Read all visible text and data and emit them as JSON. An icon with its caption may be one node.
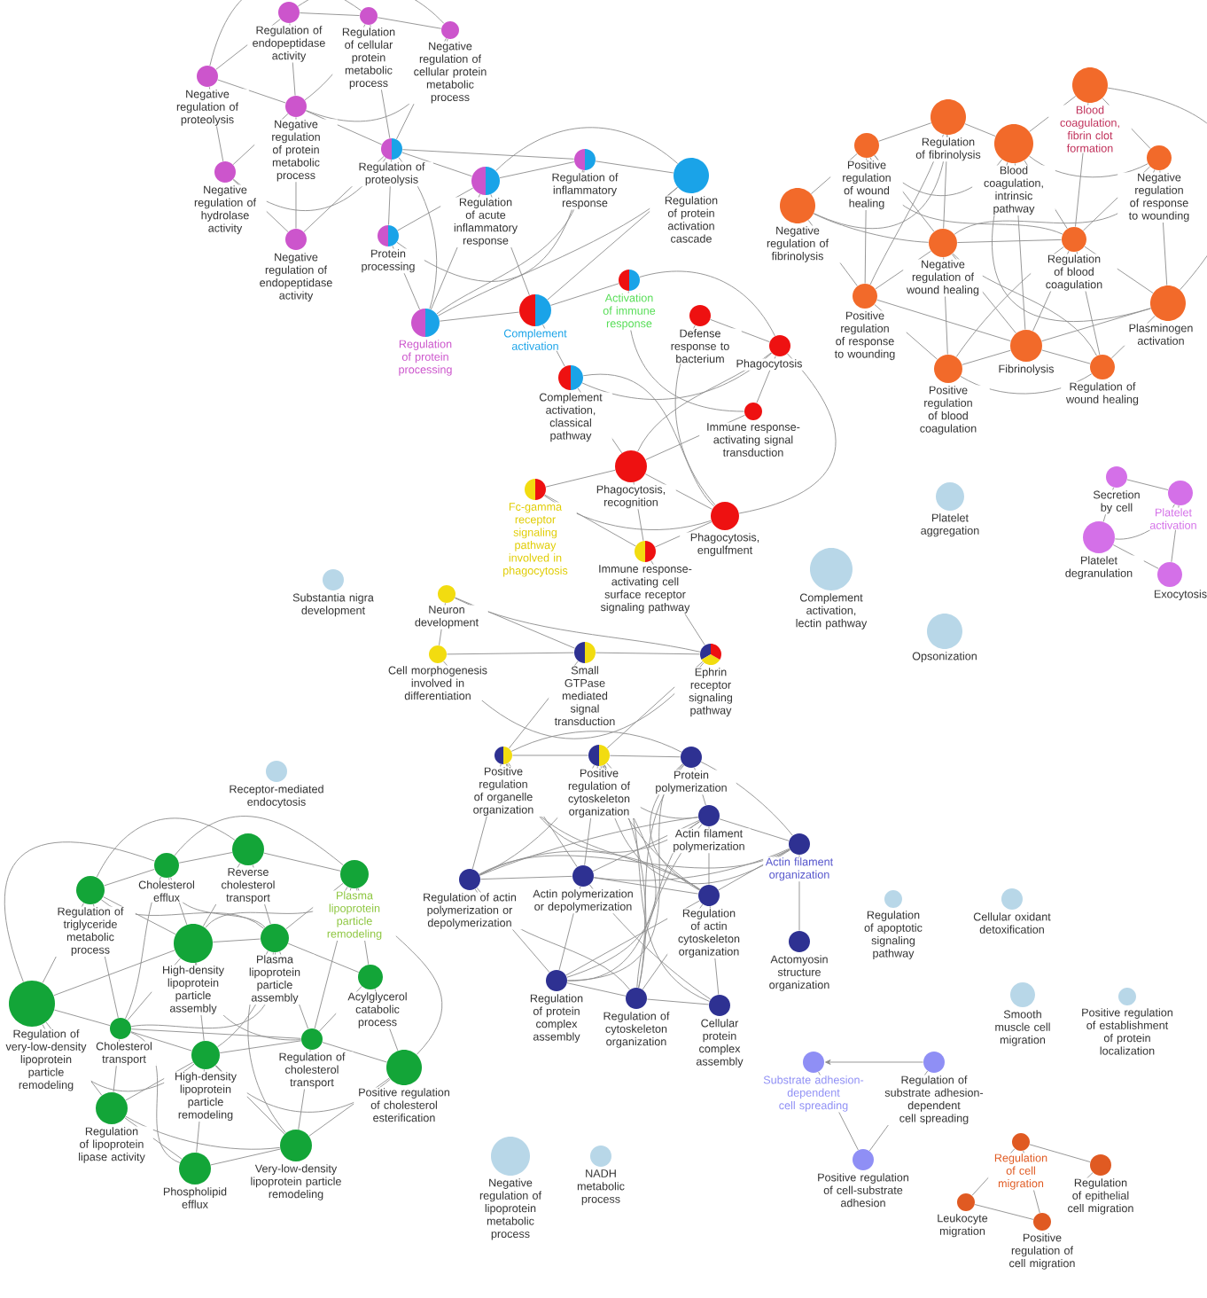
{
  "diagram": {
    "nodes": [
      {
        "text": [
          "Regulation of endopeptidase activity"
        ]
      },
      {
        "text": [
          "Regulation of cellular protein metabolic process"
        ]
      },
      {
        "text": [
          "Negative regulation of cellular protein metabolic process"
        ]
      },
      {
        "text": [
          "Negative regulation of proteolysis"
        ]
      },
      {
        "text": [
          "Negative regulation of protein metabolic process"
        ]
      },
      {
        "text": [
          "Negative regulation of hydrolase activity"
        ]
      },
      {
        "text": [
          "Negative regulation of endopeptidase activity"
        ]
      },
      {
        "text": [
          "Regulation of proteolysis"
        ]
      },
      {
        "text": [
          "Regulation of acute inflammatory response"
        ]
      },
      {
        "text": [
          "Regulation of inflammatory response"
        ]
      },
      {
        "text": [
          "Regulation of protein activation cascade"
        ]
      },
      {
        "text": [
          "Protein processing"
        ]
      },
      {
        "text": [
          "Regulation of protein processing"
        ]
      },
      {
        "text": [
          "Complement activation"
        ]
      },
      {
        "text": [
          "Activation of immune response"
        ]
      },
      {
        "text": [
          "Defense response to bacterium"
        ]
      },
      {
        "text": [
          "Phagocytosis"
        ]
      },
      {
        "text": [
          "Complement activation, classical pathway"
        ]
      },
      {
        "text": [
          "Immune response-activating signal transduction"
        ]
      },
      {
        "text": [
          "Phagocytosis, recognition"
        ]
      },
      {
        "text": [
          "Fc-gamma receptor signaling pathway involved in phagocytosis"
        ]
      },
      {
        "text": [
          "Phagocytosis, engulfment"
        ]
      },
      {
        "text": [
          "Immune response-activating cell surface receptor signaling pathway"
        ]
      },
      {
        "text": [
          "Substantia nigra development"
        ]
      },
      {
        "text": [
          "Neuron development"
        ]
      },
      {
        "text": [
          "Cell morphogenesis involved in differentiation"
        ]
      },
      {
        "text": [
          "Small GTPase mediated signal transduction"
        ]
      },
      {
        "text": [
          "Ephrin receptor signaling pathway"
        ]
      },
      {
        "text": [
          "Positive regulation of wound healing"
        ]
      },
      {
        "text": [
          "Regulation of fibrinolysis"
        ]
      },
      {
        "text": [
          "Blood coagulation, intrinsic pathway"
        ]
      },
      {
        "text": [
          "Blood coagulation, fibrin clot formation"
        ]
      },
      {
        "text": [
          "Negative regulation of fibrinolysis"
        ]
      },
      {
        "text": [
          "Negative regulation of response to wounding"
        ]
      },
      {
        "text": [
          "Negative regulation of wound healing"
        ]
      },
      {
        "text": [
          "Regulation of blood coagulation"
        ]
      },
      {
        "text": [
          "Positive regulation of response to wounding"
        ]
      },
      {
        "text": [
          "Plasminogen activation"
        ]
      },
      {
        "text": [
          "Fibrinolysis"
        ]
      },
      {
        "text": [
          "Positive regulation of blood coagulation"
        ]
      },
      {
        "text": [
          "Regulation of wound healing"
        ]
      },
      {
        "text": [
          "Platelet aggregation"
        ]
      },
      {
        "text": [
          "Secretion by cell"
        ]
      },
      {
        "text": [
          "Platelet activation"
        ]
      },
      {
        "text": [
          "Platelet degranulation"
        ]
      },
      {
        "text": [
          "Exocytosis"
        ]
      },
      {
        "text": [
          "Complement activation, lectin pathway"
        ]
      },
      {
        "text": [
          "Opsonization"
        ]
      },
      {
        "text": [
          "Receptor-mediated endocytosis"
        ]
      },
      {
        "text": [
          "Regulation of triglyceride metabolic process"
        ]
      },
      {
        "text": [
          "Cholesterol efflux"
        ]
      },
      {
        "text": [
          "Reverse cholesterol transport"
        ]
      },
      {
        "text": [
          "Plasma lipoprotein particle remodeling"
        ]
      },
      {
        "text": [
          "High-density lipoprotein particle assembly"
        ]
      },
      {
        "text": [
          "Plasma lipoprotein particle assembly"
        ]
      },
      {
        "text": [
          "Acylglycerol catabolic process"
        ]
      },
      {
        "text": [
          "Regulation of very-low-density lipoprotein particle remodeling"
        ]
      },
      {
        "text": [
          "Cholesterol transport"
        ]
      },
      {
        "text": [
          "High-density lipoprotein particle remodeling"
        ]
      },
      {
        "text": [
          "Regulation of cholesterol transport"
        ]
      },
      {
        "text": [
          "Positive regulation of cholesterol esterification"
        ]
      },
      {
        "text": [
          "Regulation of lipoprotein lipase activity"
        ]
      },
      {
        "text": [
          "Phospholipid efflux"
        ]
      },
      {
        "text": [
          "Very-low-density lipoprotein particle remodeling"
        ]
      },
      {
        "text": [
          "Positive regulation of organelle organization"
        ]
      },
      {
        "text": [
          "Positive regulation of cytoskeleton organization"
        ]
      },
      {
        "text": [
          "Protein polymerization"
        ]
      },
      {
        "text": [
          "Actin filament polymerization"
        ]
      },
      {
        "text": [
          "Actin filament organization"
        ]
      },
      {
        "text": [
          "Regulation of actin polymerization or depolymerization"
        ]
      },
      {
        "text": [
          "Actin polymerization or depolymerization"
        ]
      },
      {
        "text": [
          "Regulation of actin cytoskeleton organization"
        ]
      },
      {
        "text": [
          "Actomyosin structure organization"
        ]
      },
      {
        "text": [
          "Regulation of protein complex assembly"
        ]
      },
      {
        "text": [
          "Regulation of cytoskeleton organization"
        ]
      },
      {
        "text": [
          "Cellular protein complex assembly"
        ]
      },
      {
        "text": [
          "Regulation of apoptotic signaling pathway"
        ]
      },
      {
        "text": [
          "Cellular oxidant detoxification"
        ]
      },
      {
        "text": [
          "Smooth muscle cell migration"
        ]
      },
      {
        "text": [
          "Positive regulation of establishment of protein localization"
        ]
      },
      {
        "text": [
          "Negative regulation of lipoprotein metabolic process"
        ]
      },
      {
        "text": [
          "NADH metabolic process"
        ]
      },
      {
        "text": [
          "Substrate adhesion-dependent cell spreading"
        ]
      },
      {
        "text": [
          "Regulation of substrate adhesion-dependent cell spreading"
        ]
      },
      {
        "text": [
          "Positive regulation of cell-substrate adhesion"
        ]
      },
      {
        "text": [
          "Regulation of cell migration"
        ]
      },
      {
        "text": [
          "Regulation of epithelial cell migration"
        ]
      },
      {
        "text": [
          "Leukocyte migration"
        ]
      },
      {
        "text": [
          "Positive regulation of cell migration"
        ]
      }
    ],
    "edges": [
      {
        "from": 0,
        "to": 1,
        "arrow": "none"
      },
      {
        "from": 0,
        "to": 2,
        "arrow": "none"
      },
      {
        "from": 1,
        "to": 2,
        "arrow": "none"
      },
      {
        "from": 0,
        "to": 3,
        "arrow": "none"
      },
      {
        "from": 0,
        "to": 4,
        "arrow": "none"
      },
      {
        "from": 1,
        "to": 3,
        "arrow": "none"
      },
      {
        "from": 1,
        "to": 4,
        "arrow": "none"
      },
      {
        "from": 1,
        "to": 7,
        "arrow": "none"
      },
      {
        "from": 2,
        "to": 4,
        "arrow": "none"
      },
      {
        "from": 2,
        "to": 7,
        "arrow": "none"
      },
      {
        "from": 3,
        "to": 4,
        "arrow": "none"
      },
      {
        "from": 3,
        "to": 5,
        "arrow": "none"
      },
      {
        "from": 4,
        "to": 5,
        "arrow": "none"
      },
      {
        "from": 4,
        "to": 6,
        "arrow": "none"
      },
      {
        "from": 4,
        "to": 7,
        "arrow": "none"
      },
      {
        "from": 5,
        "to": 6,
        "arrow": "none"
      },
      {
        "from": 5,
        "to": 7,
        "arrow": "none"
      },
      {
        "from": 6,
        "to": 7,
        "arrow": "none"
      },
      {
        "from": 7,
        "to": 8,
        "arrow": "none"
      },
      {
        "from": 7,
        "to": 9,
        "arrow": "none"
      },
      {
        "from": 7,
        "to": 11,
        "arrow": "none"
      },
      {
        "from": 7,
        "to": 12,
        "arrow": "none"
      },
      {
        "from": 8,
        "to": 9,
        "arrow": "none"
      },
      {
        "from": 8,
        "to": 10,
        "arrow": "none"
      },
      {
        "from": 8,
        "to": 11,
        "arrow": "none"
      },
      {
        "from": 8,
        "to": 12,
        "arrow": "none"
      },
      {
        "from": 8,
        "to": 13,
        "arrow": "none"
      },
      {
        "from": 9,
        "to": 10,
        "arrow": "none"
      },
      {
        "from": 9,
        "to": 11,
        "arrow": "none"
      },
      {
        "from": 9,
        "to": 12,
        "arrow": "none"
      },
      {
        "from": 10,
        "to": 12,
        "arrow": "none"
      },
      {
        "from": 10,
        "to": 13,
        "arrow": "none"
      },
      {
        "from": 11,
        "to": 12,
        "arrow": "none"
      },
      {
        "from": 12,
        "to": 13,
        "arrow": "none"
      },
      {
        "from": 13,
        "to": 14,
        "arrow": "none"
      },
      {
        "from": 13,
        "to": 17,
        "arrow": "none"
      },
      {
        "from": 14,
        "to": 16,
        "arrow": "none"
      },
      {
        "from": 14,
        "to": 18,
        "arrow": "none"
      },
      {
        "from": 15,
        "to": 16,
        "arrow": "none"
      },
      {
        "from": 15,
        "to": 21,
        "arrow": "none"
      },
      {
        "from": 16,
        "to": 17,
        "arrow": "none"
      },
      {
        "from": 16,
        "to": 18,
        "arrow": "none"
      },
      {
        "from": 16,
        "to": 19,
        "arrow": "none"
      },
      {
        "from": 16,
        "to": 21,
        "arrow": "none"
      },
      {
        "from": 17,
        "to": 19,
        "arrow": "none"
      },
      {
        "from": 17,
        "to": 21,
        "arrow": "none"
      },
      {
        "from": 18,
        "to": 19,
        "arrow": "none"
      },
      {
        "from": 19,
        "to": 20,
        "arrow": "none"
      },
      {
        "from": 19,
        "to": 21,
        "arrow": "none"
      },
      {
        "from": 19,
        "to": 22,
        "arrow": "none"
      },
      {
        "from": 20,
        "to": 21,
        "arrow": "none"
      },
      {
        "from": 20,
        "to": 22,
        "arrow": "none"
      },
      {
        "from": 21,
        "to": 22,
        "arrow": "none"
      },
      {
        "from": 22,
        "to": 27,
        "arrow": "none"
      },
      {
        "from": 24,
        "to": 25,
        "arrow": "none"
      },
      {
        "from": 24,
        "to": 26,
        "arrow": "none"
      },
      {
        "from": 24,
        "to": 27,
        "arrow": "none"
      },
      {
        "from": 25,
        "to": 26,
        "arrow": "none"
      },
      {
        "from": 25,
        "to": 27,
        "arrow": "none"
      },
      {
        "from": 26,
        "to": 27,
        "arrow": "none"
      },
      {
        "from": 26,
        "to": 64,
        "arrow": "none"
      },
      {
        "from": 27,
        "to": 65,
        "arrow": "none"
      },
      {
        "from": 28,
        "to": 29,
        "arrow": "none"
      },
      {
        "from": 28,
        "to": 30,
        "arrow": "none"
      },
      {
        "from": 28,
        "to": 32,
        "arrow": "none"
      },
      {
        "from": 28,
        "to": 34,
        "arrow": "none"
      },
      {
        "from": 28,
        "to": 35,
        "arrow": "none"
      },
      {
        "from": 28,
        "to": 36,
        "arrow": "none"
      },
      {
        "from": 29,
        "to": 30,
        "arrow": "none"
      },
      {
        "from": 29,
        "to": 32,
        "arrow": "none"
      },
      {
        "from": 29,
        "to": 34,
        "arrow": "none"
      },
      {
        "from": 29,
        "to": 36,
        "arrow": "none"
      },
      {
        "from": 30,
        "to": 31,
        "arrow": "none"
      },
      {
        "from": 30,
        "to": 33,
        "arrow": "none"
      },
      {
        "from": 30,
        "to": 35,
        "arrow": "none"
      },
      {
        "from": 30,
        "to": 37,
        "arrow": "none"
      },
      {
        "from": 30,
        "to": 38,
        "arrow": "none"
      },
      {
        "from": 31,
        "to": 33,
        "arrow": "none"
      },
      {
        "from": 31,
        "to": 35,
        "arrow": "none"
      },
      {
        "from": 31,
        "to": 37,
        "arrow": "none"
      },
      {
        "from": 32,
        "to": 34,
        "arrow": "none"
      },
      {
        "from": 32,
        "to": 36,
        "arrow": "none"
      },
      {
        "from": 33,
        "to": 34,
        "arrow": "none"
      },
      {
        "from": 33,
        "to": 35,
        "arrow": "none"
      },
      {
        "from": 33,
        "to": 37,
        "arrow": "none"
      },
      {
        "from": 34,
        "to": 35,
        "arrow": "none"
      },
      {
        "from": 34,
        "to": 36,
        "arrow": "none"
      },
      {
        "from": 34,
        "to": 38,
        "arrow": "none"
      },
      {
        "from": 34,
        "to": 39,
        "arrow": "none"
      },
      {
        "from": 34,
        "to": 40,
        "arrow": "none"
      },
      {
        "from": 35,
        "to": 37,
        "arrow": "none"
      },
      {
        "from": 35,
        "to": 38,
        "arrow": "none"
      },
      {
        "from": 35,
        "to": 39,
        "arrow": "none"
      },
      {
        "from": 35,
        "to": 40,
        "arrow": "none"
      },
      {
        "from": 36,
        "to": 38,
        "arrow": "none"
      },
      {
        "from": 36,
        "to": 39,
        "arrow": "none"
      },
      {
        "from": 37,
        "to": 38,
        "arrow": "none"
      },
      {
        "from": 37,
        "to": 40,
        "arrow": "none"
      },
      {
        "from": 38,
        "to": 39,
        "arrow": "none"
      },
      {
        "from": 38,
        "to": 40,
        "arrow": "none"
      },
      {
        "from": 39,
        "to": 40,
        "arrow": "none"
      },
      {
        "from": 42,
        "to": 43,
        "arrow": "none"
      },
      {
        "from": 42,
        "to": 44,
        "arrow": "none"
      },
      {
        "from": 43,
        "to": 44,
        "arrow": "none"
      },
      {
        "from": 43,
        "to": 45,
        "arrow": "none"
      },
      {
        "from": 44,
        "to": 45,
        "arrow": "none"
      },
      {
        "from": 49,
        "to": 50,
        "arrow": "none"
      },
      {
        "from": 49,
        "to": 51,
        "arrow": "none"
      },
      {
        "from": 49,
        "to": 53,
        "arrow": "none"
      },
      {
        "from": 49,
        "to": 54,
        "arrow": "none"
      },
      {
        "from": 49,
        "to": 56,
        "arrow": "none"
      },
      {
        "from": 49,
        "to": 57,
        "arrow": "none"
      },
      {
        "from": 50,
        "to": 51,
        "arrow": "none"
      },
      {
        "from": 50,
        "to": 53,
        "arrow": "none"
      },
      {
        "from": 50,
        "to": 54,
        "arrow": "none"
      },
      {
        "from": 50,
        "to": 57,
        "arrow": "none"
      },
      {
        "from": 50,
        "to": 52,
        "arrow": "none"
      },
      {
        "from": 50,
        "to": 56,
        "arrow": "none"
      },
      {
        "from": 51,
        "to": 52,
        "arrow": "none"
      },
      {
        "from": 51,
        "to": 53,
        "arrow": "none"
      },
      {
        "from": 51,
        "to": 54,
        "arrow": "none"
      },
      {
        "from": 52,
        "to": 53,
        "arrow": "none"
      },
      {
        "from": 52,
        "to": 54,
        "arrow": "none"
      },
      {
        "from": 52,
        "to": 55,
        "arrow": "none"
      },
      {
        "from": 52,
        "to": 59,
        "arrow": "none"
      },
      {
        "from": 52,
        "to": 60,
        "arrow": "none"
      },
      {
        "from": 53,
        "to": 54,
        "arrow": "none"
      },
      {
        "from": 53,
        "to": 56,
        "arrow": "none"
      },
      {
        "from": 53,
        "to": 57,
        "arrow": "none"
      },
      {
        "from": 53,
        "to": 58,
        "arrow": "none"
      },
      {
        "from": 53,
        "to": 59,
        "arrow": "none"
      },
      {
        "from": 54,
        "to": 55,
        "arrow": "none"
      },
      {
        "from": 54,
        "to": 57,
        "arrow": "none"
      },
      {
        "from": 54,
        "to": 58,
        "arrow": "none"
      },
      {
        "from": 54,
        "to": 59,
        "arrow": "none"
      },
      {
        "from": 54,
        "to": 63,
        "arrow": "none"
      },
      {
        "from": 55,
        "to": 59,
        "arrow": "none"
      },
      {
        "from": 55,
        "to": 60,
        "arrow": "none"
      },
      {
        "from": 56,
        "to": 57,
        "arrow": "none"
      },
      {
        "from": 56,
        "to": 58,
        "arrow": "none"
      },
      {
        "from": 56,
        "to": 61,
        "arrow": "none"
      },
      {
        "from": 57,
        "to": 58,
        "arrow": "none"
      },
      {
        "from": 57,
        "to": 61,
        "arrow": "none"
      },
      {
        "from": 57,
        "to": 62,
        "arrow": "none"
      },
      {
        "from": 57,
        "to": 59,
        "arrow": "none"
      },
      {
        "from": 58,
        "to": 59,
        "arrow": "none"
      },
      {
        "from": 58,
        "to": 60,
        "arrow": "none"
      },
      {
        "from": 58,
        "to": 61,
        "arrow": "none"
      },
      {
        "from": 58,
        "to": 62,
        "arrow": "none"
      },
      {
        "from": 58,
        "to": 63,
        "arrow": "none"
      },
      {
        "from": 59,
        "to": 60,
        "arrow": "none"
      },
      {
        "from": 59,
        "to": 63,
        "arrow": "none"
      },
      {
        "from": 60,
        "to": 63,
        "arrow": "none"
      },
      {
        "from": 61,
        "to": 62,
        "arrow": "none"
      },
      {
        "from": 61,
        "to": 63,
        "arrow": "none"
      },
      {
        "from": 62,
        "to": 63,
        "arrow": "none"
      },
      {
        "from": 64,
        "to": 65,
        "arrow": "none"
      },
      {
        "from": 64,
        "to": 66,
        "arrow": "none"
      },
      {
        "from": 64,
        "to": 67,
        "arrow": "none"
      },
      {
        "from": 64,
        "to": 69,
        "arrow": "none"
      },
      {
        "from": 64,
        "to": 70,
        "arrow": "none"
      },
      {
        "from": 64,
        "to": 71,
        "arrow": "none"
      },
      {
        "from": 65,
        "to": 66,
        "arrow": "none"
      },
      {
        "from": 65,
        "to": 67,
        "arrow": "none"
      },
      {
        "from": 65,
        "to": 68,
        "arrow": "none"
      },
      {
        "from": 65,
        "to": 69,
        "arrow": "none"
      },
      {
        "from": 65,
        "to": 70,
        "arrow": "none"
      },
      {
        "from": 65,
        "to": 71,
        "arrow": "none"
      },
      {
        "from": 65,
        "to": 73,
        "arrow": "none"
      },
      {
        "from": 65,
        "to": 74,
        "arrow": "none"
      },
      {
        "from": 65,
        "to": 75,
        "arrow": "none"
      },
      {
        "from": 66,
        "to": 67,
        "arrow": "none"
      },
      {
        "from": 66,
        "to": 68,
        "arrow": "none"
      },
      {
        "from": 66,
        "to": 71,
        "arrow": "none"
      },
      {
        "from": 66,
        "to": 73,
        "arrow": "none"
      },
      {
        "from": 66,
        "to": 74,
        "arrow": "none"
      },
      {
        "from": 67,
        "to": 68,
        "arrow": "none"
      },
      {
        "from": 67,
        "to": 69,
        "arrow": "none"
      },
      {
        "from": 67,
        "to": 70,
        "arrow": "none"
      },
      {
        "from": 67,
        "to": 71,
        "arrow": "none"
      },
      {
        "from": 67,
        "to": 73,
        "arrow": "none"
      },
      {
        "from": 67,
        "to": 74,
        "arrow": "none"
      },
      {
        "from": 68,
        "to": 69,
        "arrow": "none"
      },
      {
        "from": 68,
        "to": 70,
        "arrow": "none"
      },
      {
        "from": 68,
        "to": 71,
        "arrow": "none"
      },
      {
        "from": 68,
        "to": 72,
        "arrow": "none"
      },
      {
        "from": 69,
        "to": 70,
        "arrow": "none"
      },
      {
        "from": 69,
        "to": 71,
        "arrow": "none"
      },
      {
        "from": 69,
        "to": 73,
        "arrow": "none"
      },
      {
        "from": 69,
        "to": 74,
        "arrow": "none"
      },
      {
        "from": 70,
        "to": 71,
        "arrow": "none"
      },
      {
        "from": 70,
        "to": 73,
        "arrow": "none"
      },
      {
        "from": 70,
        "to": 75,
        "arrow": "none"
      },
      {
        "from": 71,
        "to": 73,
        "arrow": "none"
      },
      {
        "from": 71,
        "to": 74,
        "arrow": "none"
      },
      {
        "from": 71,
        "to": 75,
        "arrow": "none"
      },
      {
        "from": 73,
        "to": 74,
        "arrow": "none"
      },
      {
        "from": 74,
        "to": 75,
        "arrow": "none"
      },
      {
        "from": 83,
        "to": 82,
        "arrow": "to"
      },
      {
        "from": 82,
        "to": 84,
        "arrow": "none"
      },
      {
        "from": 83,
        "to": 84,
        "arrow": "none"
      },
      {
        "from": 85,
        "to": 86,
        "arrow": "none"
      },
      {
        "from": 85,
        "to": 87,
        "arrow": "none"
      },
      {
        "from": 85,
        "to": 88,
        "arrow": "none"
      },
      {
        "from": 87,
        "to": 88,
        "arrow": "none"
      },
      {
        "from": 86,
        "to": 88,
        "arrow": "none"
      }
    ]
  }
}
